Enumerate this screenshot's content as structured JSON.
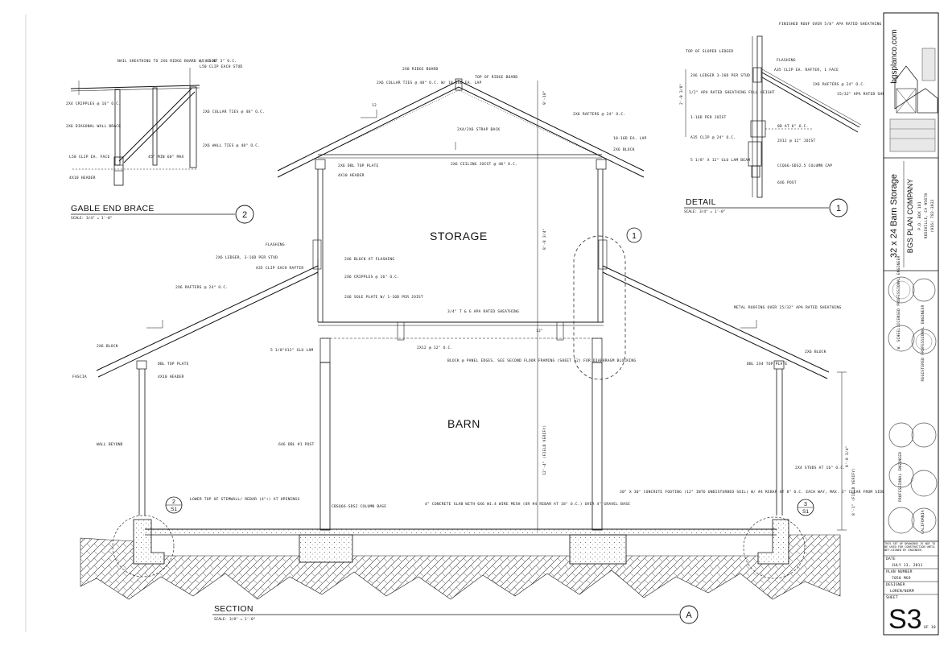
{
  "drawings": {
    "section": {
      "title": "SECTION",
      "scale": "SCALE: 3/8\" = 1'-0\"",
      "marker": "A",
      "rooms": {
        "storage": "STORAGE",
        "barn": "BARN"
      },
      "callouts": {
        "c1": "1",
        "c2_num": "2",
        "c2_sheet": "S1",
        "c3_num": "3",
        "c3_sheet": "S1"
      },
      "notes": {
        "ridge": "2X8 RIDGE BOARD",
        "top_ridge": "TOP OF RIDGE BOARD",
        "collar": "2X6 COLLAR TIES @ 48\" O.C. W/ 10-16D EA. LAP",
        "rafters_upper": "2X6 RAFTERS @ 24\" O.C.",
        "strap": "2X4/2X6 STRAP BACK",
        "nails_lap": "10-16D EA. LAP",
        "block_top": "2X6 BLOCK",
        "dbl_top_plate": "2X6 DBL TOP PLATE",
        "header_top": "4X10 HEADER",
        "ceiling_joist": "2X6 CEILING JOIST @ 48\" O.C.",
        "flashing": "FLASHING",
        "ledger": "2X6 LEDGER, 3-16D PER STUD",
        "a35": "A35 CLIP EACH RAFTER",
        "block_flashing": "2X6 BLOCK AT FLASHING",
        "cripples": "2X6 CRIPPLES @ 16\" O.C.",
        "sole_plate": "2X6 SOLE PLATE W/ 1-16D PER JOIST",
        "rafters_lower": "2X6 RAFTERS @ 24\" O.C.",
        "tg": "3/4\" T & G APA RATED SHEATHING",
        "joists": "2X12 @ 12\" O.C.",
        "glulam": "5 1/8\"X12\" GLU LAM",
        "blocking": "BLOCK @ PANEL EDGES. SEE SECOND FLOOR FRAMING (SHEET S2) FOR DIAPHRAGM BLOCKING",
        "metal_roof": "METAL ROOFING OVER 15/32\" APA RATED SHEATHING",
        "block_left": "2X6 BLOCK",
        "dbl_top_left": "DBL TOP PLATE",
        "header_left": "4X10 HEADER",
        "fascia": "FASCIA",
        "wall_beyond": "WALL BEYOND",
        "post": "6X6 DBL #1 POST",
        "block_right": "2X6 BLOCK",
        "dbl_2x4_top": "DBL 2X4 TOP PLATE",
        "studs": "2X4 STUDS AT 16\" O.C.",
        "stemwall": "LOWER TOP OF STEMWALL/ REBAR (4\"+) AT OPENINGS",
        "column_base": "CBSQ66-SDS2 COLUMN BASE",
        "slab": "4\" CONCRETE SLAB WITH 6X6 W1.4 WIRE MESH (OR #4 REBAR AT 18\" O.C.) OVER 4\" GRAVEL BASE",
        "footing": "30\" X 30\" CONCRETE FOOTING (12\" INTO UNDISTURBED SOIL) W/ #4 REBAR AT 8\" O.C. EACH WAY, MAX. 3\" CLEAR FROM SIDES AND BOTTOM",
        "dim_upper": "9'-10\"",
        "dim_storage": "8'-8 3/4\"",
        "dim_floor": "12\"",
        "dim_barn": "12'-4\" (FIELD VERIFY)",
        "dim_right": "8'-0 3/4\"",
        "dim_right_field": "8'-1\" (FIELD VERIFY)",
        "pitch_12": "12"
      }
    },
    "gable": {
      "title": "GABLE END BRACE",
      "scale": "SCALE: 3/4\" = 1'-0\"",
      "marker": "2",
      "notes": {
        "nail_sheathing": "NAIL SHEATHING TO 2X6 RIDGE BOARD W/ 8D AT 3\" O.C.",
        "nail_top": "(3) 16D",
        "clip_top": "L50 CLIP EACH STUD",
        "cripples": "2X4 CRIPPLES @ 16\" O.C.",
        "diagonal": "2X6 DIAGONAL WALL BRACE",
        "collar": "2X6 COLLAR TIES @ 48\" O.C.",
        "wall_ties": "2X6 WALL TIES @ 48\" O.C.",
        "clip_bottom": "L50 CLIP EA. FACE",
        "angle": "45° MIN 60° MAX",
        "header": "4X10 HEADER"
      }
    },
    "detail": {
      "title": "DETAIL",
      "scale": "SCALE: 3/4\" = 1'-0\"",
      "marker": "1",
      "notes": {
        "metal_roof": "FINISHED ROOF OVER 5/8\" APA RATED SHEATHING",
        "top_ledger": "TOP OF SLOPED LEDGER",
        "flashing": "FLASHING",
        "ledger": "2X6 LEDGER 3-16D PER STUD",
        "a35": "A35 CLIP EA. RAFTER, 1 FACE",
        "rafters": "2X6 RAFTERS @ 24\" O.C.",
        "sheathing_right": "15/32\" APA RATED SHEATHING",
        "sheathing_left": "1/2\" APA RATED SHEATHING FULL HEIGHT",
        "joist_nail": "1-16D PER JOIST",
        "nails_8d": "8D AT 6\" O.C.",
        "a35_left": "A35 CLIP @ 24\" O.C.",
        "joist": "2X12 @ 12\" JOIST",
        "glulam": "5 1/8\" X 12\" GLU LAM BEAM",
        "column_cap": "CCQ66-SDS2.5 COLUMN CAP",
        "post": "6X6 POST",
        "dim": "2'-9 3/8\""
      }
    }
  },
  "title_block": {
    "website": "bgsplanco.com",
    "project": "32 x 24 Barn Storage",
    "company": "BGS PLAN COMPANY",
    "address1": "P.O. BOX 181",
    "address2": "ROSEVILLE, CA 95678",
    "phone": "(916) 782-3932",
    "stamps": [
      "LICENSED PROFESSIONAL ENGINEER",
      "W. SCHEEL",
      "REGISTERED PROFESSIONAL ENGINEER",
      "PROFESSIONAL ENGINEER",
      "CALIFORNIA"
    ],
    "disclaimer": "THIS SET OF DRAWINGS IS NOT TO BE USED FOR CONSTRUCTION UNTIL WET-SIGNED BY ENGINEER",
    "date_label": "DATE",
    "date": "JULY 13, 2011",
    "plan_label": "PLAN NUMBER",
    "plan": "7050 MG9",
    "designer_label": "DESIGNER",
    "designer": "LOREN/NORM",
    "sheet_label": "SHEET",
    "sheet": "S3",
    "of": "OF 10"
  }
}
